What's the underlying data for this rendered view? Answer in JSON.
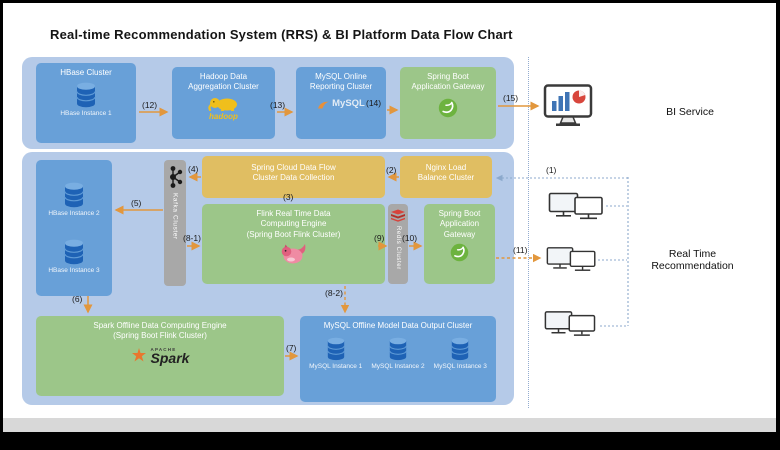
{
  "title": "Real-time Recommendation System (RRS) & BI Platform Data Flow Chart",
  "bi": {
    "hbase": {
      "title": "HBase Cluster",
      "instance": "HBase Instance 1"
    },
    "hadoop": {
      "title": "Hadoop Data\nAggregation Cluster",
      "logo": "hadoop"
    },
    "mysql": {
      "title": "MySQL Online\nReporting Cluster",
      "logo": "MySQL"
    },
    "gateway": {
      "title": "Spring Boot\nApplication Gateway"
    },
    "service_label": "BI Service"
  },
  "rt": {
    "hbase": {
      "instance2": "HBase Instance 2",
      "instance3": "HBase Instance 3"
    },
    "kafka": {
      "title": "Kafka Cluster"
    },
    "springcloud": {
      "title": "Spring Cloud Data Flow\nCluster Data Collection"
    },
    "nginx": {
      "title": "Nginx Load\nBalance Cluster"
    },
    "flink": {
      "title": "Flink Real Time Data\nComputing Engine\n(Spring Boot Flink Cluster)"
    },
    "redis": {
      "title": "Redis Cluster"
    },
    "gateway": {
      "title": "Spring Boot\nApplication\nGateway"
    },
    "spark": {
      "title": "Spark Offline Data Computing Engine\n(Spring Boot Flink Cluster)",
      "logo_top": "APACHE",
      "logo": "Spark"
    },
    "mysql_offline": {
      "title": "MySQL Offline Model Data Output Cluster",
      "instances": [
        "MySQL Instance 1",
        "MySQL Instance 2",
        "MySQL Instance 3"
      ]
    },
    "recommendation_label": "Real Time\nRecommendation"
  },
  "flows": {
    "n1": "(1)",
    "n2": "(2)",
    "n3": "(3)",
    "n4": "(4)",
    "n5": "(5)",
    "n6": "(6)",
    "n7": "(7)",
    "n8_1": "(8-1)",
    "n8_2": "(8-2)",
    "n9": "(9)",
    "n10": "(10)",
    "n11": "(11)",
    "n12": "(12)",
    "n13": "(13)",
    "n14": "(14)",
    "n15": "(15)"
  },
  "colors": {
    "container": "#b5cae8",
    "node_blue": "#68a0d8",
    "node_green": "#9cc689",
    "node_gold": "#e0be62",
    "bar_gray": "#a8a8a8",
    "arrow_orange": "#e2973d",
    "client_line_blue": "#8ca9cc",
    "db_cylinder_blue": "#1e62b5",
    "spring_green": "#6db33f",
    "redis_red": "#d7443c",
    "hadoop_yellow": "#f0bf1c",
    "spark_orange": "#e8772e"
  },
  "icons": {
    "db": "database-cylinder",
    "kafka": "kafka-nodes",
    "spring": "spring-boot-leaf",
    "redis": "redis-cube-stack",
    "flink": "flink-squirrel",
    "hadoop": "hadoop-elephant",
    "spark": "spark-star",
    "monitor": "bi-dashboard-monitor",
    "clients": "client-computers"
  }
}
